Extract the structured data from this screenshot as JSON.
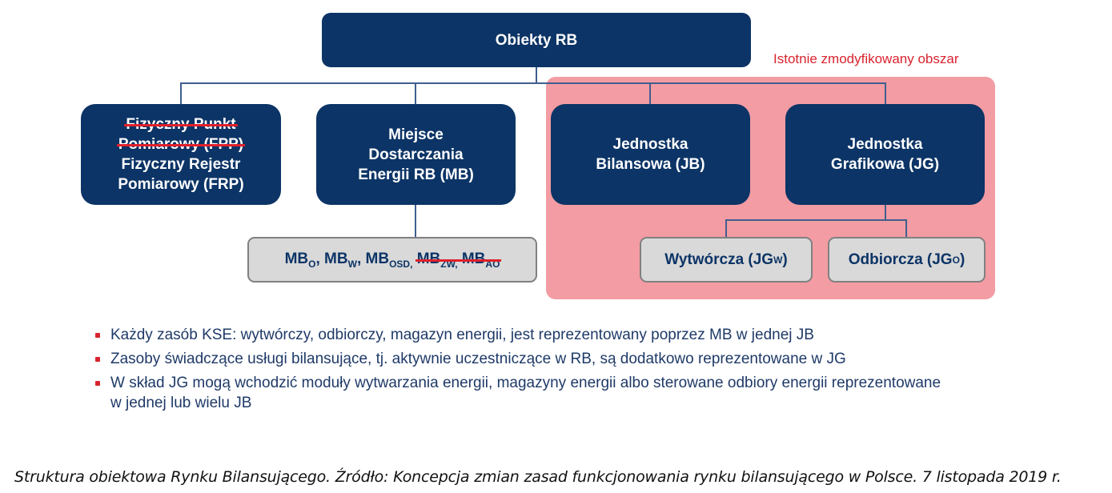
{
  "region": {
    "label": "Istotnie zmodyfikowany obszar",
    "color": "#f39ca3",
    "label_color": "#d9232e"
  },
  "nodes": {
    "root": "Obiekty RB",
    "frp": {
      "struck_line1": "Fizyczny Punkt",
      "struck_line2": "Pomiarowy (FPP)",
      "line1": "Fizyczny Rejestr",
      "line2": "Pomiarowy (FRP)"
    },
    "mb": {
      "line1": "Miejsce",
      "line2": "Dostarczania",
      "line3": "Energii RB (MB)"
    },
    "jb": {
      "line1": "Jednostka",
      "line2": "Bilansowa (JB)"
    },
    "jg": {
      "line1": "Jednostka",
      "line2": "Grafikowa (JG)"
    },
    "mb_types": {
      "items": [
        {
          "base": "MB",
          "sub": "O",
          "sep": ","
        },
        {
          "base": "MB",
          "sub": "W",
          "sep": ","
        },
        {
          "base": "MB",
          "sub": "OSD,",
          "sep": ""
        }
      ],
      "struck_items": [
        {
          "base": "MB",
          "sub": "ZW,",
          "sep": ""
        },
        {
          "base": "MB",
          "sub": "AO",
          "sep": ""
        }
      ]
    },
    "jg_w": {
      "prefix": "Wytwórcza (JG",
      "sub": "W",
      "suffix": ")"
    },
    "jg_o": {
      "prefix": "Odbiorcza (JG",
      "sub": "O",
      "suffix": ")"
    }
  },
  "colors": {
    "navy": "#0c3466",
    "strike": "#e0202a",
    "bullet": "#d9232e"
  },
  "bullets": [
    "Każdy zasób KSE: wytwórczy, odbiorczy, magazyn energii, jest reprezentowany poprzez MB w jednej JB",
    "Zasoby świadczące usługi bilansujące, tj. aktywnie uczestniczące w RB, są dodatkowo reprezentowane w JG",
    "W skład JG mogą wchodzić moduły wytwarzania energii, magazyny energii albo sterowane odbiory energii reprezentowane w jednej lub wielu JB"
  ],
  "caption": "Struktura obiektowa Rynku Bilansującego. Źródło: Koncepcja zmian zasad funkcjonowania rynku bilansującego w Polsce. 7 listopada 2019 r."
}
